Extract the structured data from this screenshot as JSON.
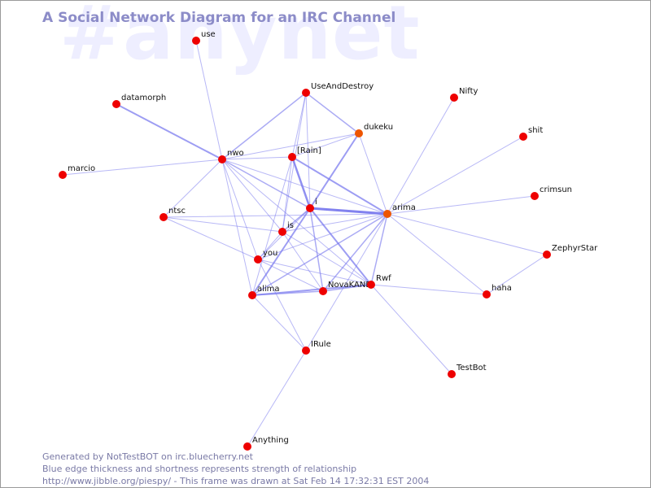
{
  "watermark": "#anynet",
  "title": "A Social Network Diagram for an IRC Channel",
  "footer": [
    "Generated by NotTestBOT on irc.bluecherry.net",
    "Blue edge thickness and shortness represents strength of relationship",
    "http://www.jibble.org/piespy/ - This frame was drawn at Sat Feb 14 17:32:31 EST 2004"
  ],
  "colors": {
    "node": "#ee0000",
    "node_highlight": "#ee5500",
    "edge": "#7777ee",
    "title": "#8c8cc8",
    "watermark": "#eeeeff"
  },
  "nodes": [
    {
      "id": "use",
      "label": "use"
    },
    {
      "id": "datamorph",
      "label": "datamorph"
    },
    {
      "id": "marcio",
      "label": "marcio"
    },
    {
      "id": "nwo",
      "label": "nwo"
    },
    {
      "id": "ntsc",
      "label": "ntsc"
    },
    {
      "id": "UseAndDestroy",
      "label": "UseAndDestroy"
    },
    {
      "id": "dukeku",
      "label": "dukeku",
      "highlight": true
    },
    {
      "id": "Rain",
      "label": "[Rain]"
    },
    {
      "id": "i",
      "label": "i"
    },
    {
      "id": "is",
      "label": "is"
    },
    {
      "id": "you",
      "label": "you"
    },
    {
      "id": "alima",
      "label": "alima"
    },
    {
      "id": "NovaKANE",
      "label": "NovaKANE"
    },
    {
      "id": "Rwf",
      "label": "Rwf"
    },
    {
      "id": "arima",
      "label": "arima",
      "highlight": true
    },
    {
      "id": "Nifty",
      "label": "Nifty"
    },
    {
      "id": "shit",
      "label": "shit"
    },
    {
      "id": "crimsun",
      "label": "crimsun"
    },
    {
      "id": "ZephyrStar",
      "label": "ZephyrStar"
    },
    {
      "id": "haha",
      "label": "haha"
    },
    {
      "id": "TestBot",
      "label": "TestBot"
    },
    {
      "id": "IRule",
      "label": "IRule"
    },
    {
      "id": "Anything",
      "label": "Anything"
    }
  ],
  "edges": [
    {
      "a": "i",
      "b": "arima",
      "w": 3
    },
    {
      "a": "i",
      "b": "Rain",
      "w": 2.5
    },
    {
      "a": "i",
      "b": "dukeku",
      "w": 2
    },
    {
      "a": "i",
      "b": "alima",
      "w": 2
    },
    {
      "a": "i",
      "b": "Rwf",
      "w": 2
    },
    {
      "a": "i",
      "b": "NovaKANE",
      "w": 1.5
    },
    {
      "a": "i",
      "b": "is",
      "w": 1.5
    },
    {
      "a": "i",
      "b": "nwo",
      "w": 1.5
    },
    {
      "a": "i",
      "b": "UseAndDestroy",
      "w": 1
    },
    {
      "a": "i",
      "b": "you",
      "w": 1
    },
    {
      "a": "Rain",
      "b": "arima",
      "w": 2
    },
    {
      "a": "Rain",
      "b": "nwo",
      "w": 1
    },
    {
      "a": "Rain",
      "b": "dukeku",
      "w": 1
    },
    {
      "a": "Rain",
      "b": "alima",
      "w": 1
    },
    {
      "a": "Rain",
      "b": "UseAndDestroy",
      "w": 1
    },
    {
      "a": "Rain",
      "b": "is",
      "w": 1
    },
    {
      "a": "nwo",
      "b": "datamorph",
      "w": 2
    },
    {
      "a": "nwo",
      "b": "use",
      "w": 1
    },
    {
      "a": "nwo",
      "b": "marcio",
      "w": 1
    },
    {
      "a": "nwo",
      "b": "ntsc",
      "w": 1
    },
    {
      "a": "nwo",
      "b": "UseAndDestroy",
      "w": 1.5
    },
    {
      "a": "nwo",
      "b": "dukeku",
      "w": 1
    },
    {
      "a": "nwo",
      "b": "arima",
      "w": 1
    },
    {
      "a": "nwo",
      "b": "is",
      "w": 1
    },
    {
      "a": "nwo",
      "b": "you",
      "w": 1
    },
    {
      "a": "nwo",
      "b": "alima",
      "w": 1
    },
    {
      "a": "nwo",
      "b": "Rwf",
      "w": 1
    },
    {
      "a": "UseAndDestroy",
      "b": "dukeku",
      "w": 1.5
    },
    {
      "a": "UseAndDestroy",
      "b": "is",
      "w": 1
    },
    {
      "a": "dukeku",
      "b": "arima",
      "w": 1
    },
    {
      "a": "arima",
      "b": "Nifty",
      "w": 1
    },
    {
      "a": "arima",
      "b": "shit",
      "w": 1
    },
    {
      "a": "arima",
      "b": "crimsun",
      "w": 1
    },
    {
      "a": "arima",
      "b": "ZephyrStar",
      "w": 1
    },
    {
      "a": "arima",
      "b": "haha",
      "w": 1
    },
    {
      "a": "arima",
      "b": "Rwf",
      "w": 1.5
    },
    {
      "a": "arima",
      "b": "NovaKANE",
      "w": 1.5
    },
    {
      "a": "arima",
      "b": "alima",
      "w": 1.5
    },
    {
      "a": "arima",
      "b": "is",
      "w": 1
    },
    {
      "a": "arima",
      "b": "you",
      "w": 1
    },
    {
      "a": "arima",
      "b": "ntsc",
      "w": 1
    },
    {
      "a": "arima",
      "b": "IRule",
      "w": 1
    },
    {
      "a": "ZephyrStar",
      "b": "haha",
      "w": 1
    },
    {
      "a": "Rwf",
      "b": "TestBot",
      "w": 1
    },
    {
      "a": "Rwf",
      "b": "haha",
      "w": 1
    },
    {
      "a": "Rwf",
      "b": "alima",
      "w": 2
    },
    {
      "a": "Rwf",
      "b": "NovaKANE",
      "w": 1.5
    },
    {
      "a": "Rwf",
      "b": "is",
      "w": 1
    },
    {
      "a": "Rwf",
      "b": "you",
      "w": 1
    },
    {
      "a": "NovaKANE",
      "b": "alima",
      "w": 1.5
    },
    {
      "a": "NovaKANE",
      "b": "is",
      "w": 1
    },
    {
      "a": "you",
      "b": "is",
      "w": 1
    },
    {
      "a": "you",
      "b": "ntsc",
      "w": 1
    },
    {
      "a": "you",
      "b": "NovaKANE",
      "w": 1
    },
    {
      "a": "you",
      "b": "IRule",
      "w": 1
    },
    {
      "a": "alima",
      "b": "IRule",
      "w": 1
    },
    {
      "a": "ntsc",
      "b": "is",
      "w": 1
    },
    {
      "a": "IRule",
      "b": "Anything",
      "w": 1
    }
  ]
}
